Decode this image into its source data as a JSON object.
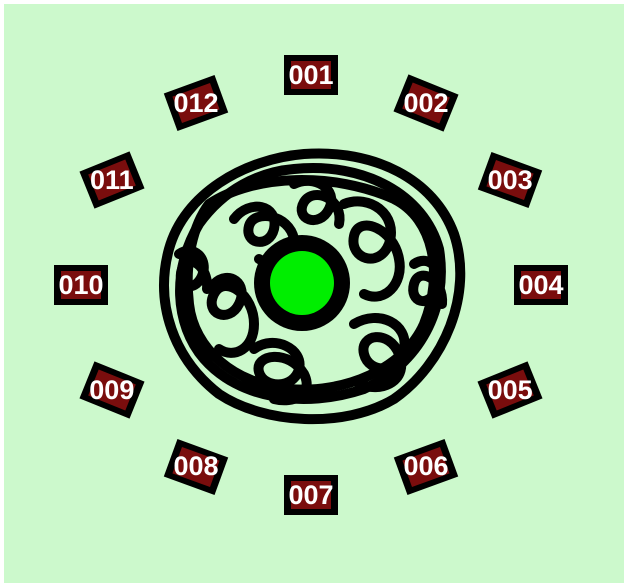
{
  "labels": [
    {
      "text": "001",
      "angle": 0
    },
    {
      "text": "002",
      "angle": 30
    },
    {
      "text": "003",
      "angle": 60
    },
    {
      "text": "004",
      "angle": 90
    },
    {
      "text": "005",
      "angle": 120
    },
    {
      "text": "006",
      "angle": 150
    },
    {
      "text": "007",
      "angle": 180
    },
    {
      "text": "008",
      "angle": 210
    },
    {
      "text": "009",
      "angle": 240
    },
    {
      "text": "010",
      "angle": 270
    },
    {
      "text": "011",
      "angle": 300
    },
    {
      "text": "012",
      "angle": 330
    }
  ],
  "colors": {
    "background": "#ccf9cc",
    "plate_border": "#000000",
    "plate_fill": "#7a0d0d",
    "label_text": "#ffffff",
    "scribble": "#000000",
    "center_dot": "#00ee00"
  }
}
